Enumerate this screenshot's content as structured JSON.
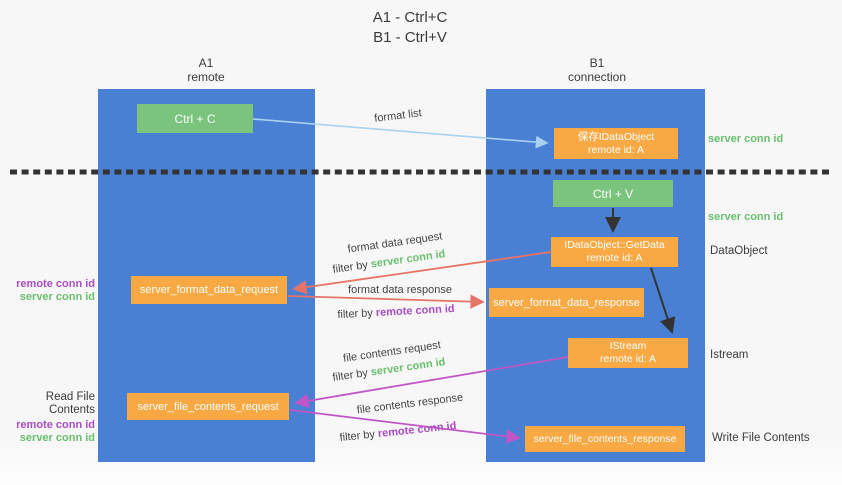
{
  "title": {
    "line1": "A1 - Ctrl+C",
    "line2": "B1 - Ctrl+V"
  },
  "lanes": {
    "left": {
      "name": "A1",
      "subtitle": "remote"
    },
    "right": {
      "name": "B1",
      "subtitle": "connection"
    }
  },
  "nodes": {
    "ctrl_c": "Ctrl + C",
    "ctrl_v": "Ctrl + V",
    "save_dataobject": {
      "line1": "保存IDataObject",
      "line2": "remote id: A"
    },
    "getdata": {
      "line1": "IDataObject::GetData",
      "line2": "remote id: A"
    },
    "istream": {
      "line1": "IStream",
      "line2": "remote id: A"
    },
    "format_request": "server_format_data_request",
    "format_response": "server_format_data_response",
    "file_request": "server_file_contents_request",
    "file_response": "server_file_contents_response"
  },
  "arrow_labels": {
    "format_list": "format list",
    "format_data_request": "format data request",
    "format_data_response": "format data response",
    "file_contents_request": "file contents request",
    "file_contents_response": "file contents response",
    "filter_by": "filter by",
    "server_conn_id": "server conn id",
    "remote_conn_id": "remote conn id"
  },
  "side_labels": {
    "server_conn_id_top": "server conn id",
    "server_conn_id_mid": "server conn id",
    "dataobject": "DataObject",
    "istream": "Istream",
    "write_file_contents": "Write File Contents",
    "read_file_contents": "Read File Contents",
    "remote_conn_id": "remote conn id",
    "server_conn_id": "server conn id"
  },
  "colors": {
    "bg": "#f7f7f8",
    "lane_blue": "#4a80d4",
    "node_green": "#7ac47e",
    "node_orange": "#f9a943",
    "text_dark": "#3b3b3b",
    "green_text": "#6abf6e",
    "purple_text": "#a94dc1",
    "arrow_red": "#e57368",
    "arrow_magenta": "#c156c6",
    "arrow_blue": "#a9d2f0",
    "arrow_black": "#333333"
  }
}
